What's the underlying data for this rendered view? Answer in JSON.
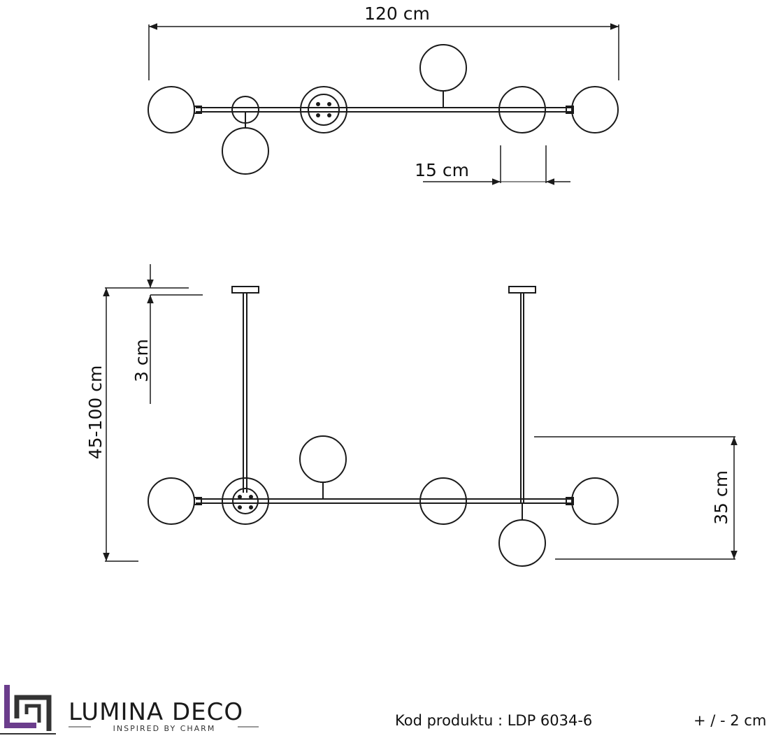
{
  "dimensions": {
    "width": "120 cm",
    "spacing": "15 cm",
    "height_range": "45-100 cm",
    "canopy": "3 cm",
    "drop": "35 cm"
  },
  "footer": {
    "brand_name": "LUMINA DECO",
    "tagline": "INSPIRED BY CHARM",
    "product_code": "Kod produktu :  LDP 6034-6",
    "tolerance": "+ / - 2 cm"
  },
  "colors": {
    "line": "#1a1a1a",
    "logo_purple": "#6b3d8c",
    "logo_dark": "#333333"
  }
}
